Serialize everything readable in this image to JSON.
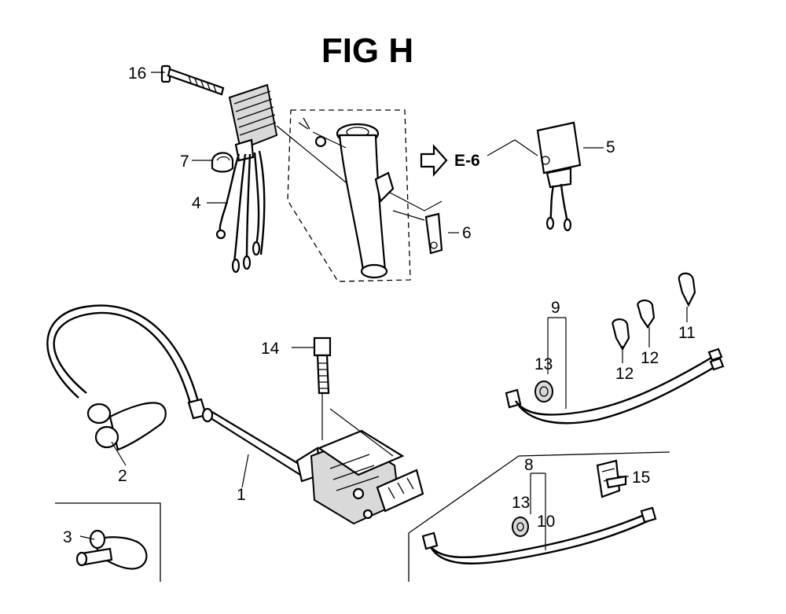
{
  "title": "FIG H",
  "reference": "E-6",
  "callouts": {
    "c1": "1",
    "c2": "2",
    "c3": "3",
    "c4": "4",
    "c5": "5",
    "c6": "6",
    "c7": "7",
    "c8": "8",
    "c9": "9",
    "c10": "10",
    "c11": "11",
    "c12a": "12",
    "c12b": "12",
    "c13a": "13",
    "c13b": "13",
    "c14": "14",
    "c15": "15",
    "c16": "16"
  }
}
